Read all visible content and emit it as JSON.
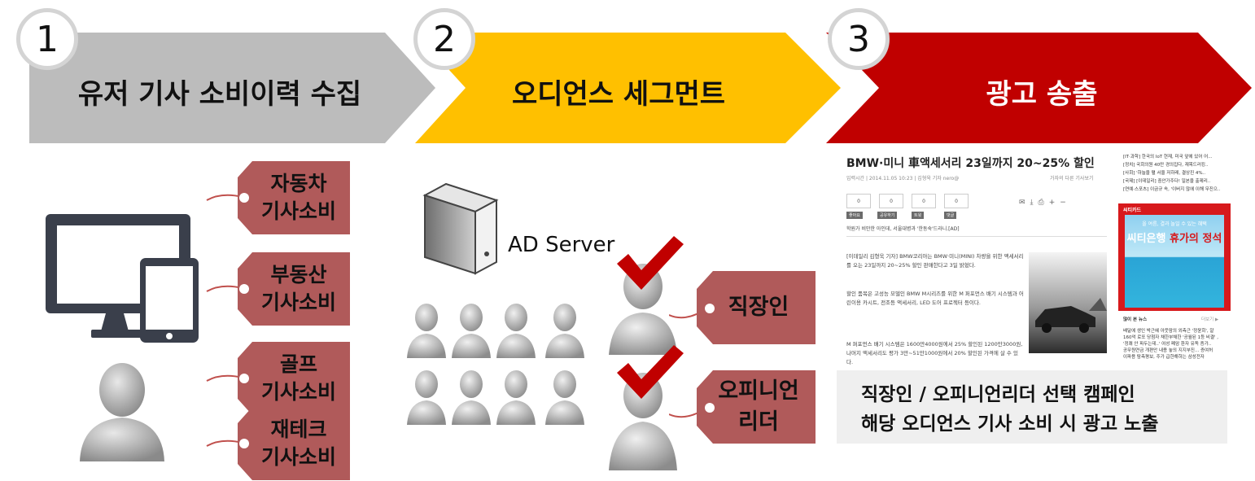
{
  "steps": [
    {
      "num": "1",
      "title": "유저 기사 소비이력 수집",
      "color": "#bcbcbc"
    },
    {
      "num": "2",
      "title": "오디언스 세그먼트",
      "color": "#ffc000"
    },
    {
      "num": "3",
      "title": "광고 송출",
      "color": "#c00000"
    }
  ],
  "interest_tags": [
    {
      "line1": "자동차",
      "line2": "기사소비"
    },
    {
      "line1": "부동산",
      "line2": "기사소비"
    },
    {
      "line1": "골프",
      "line2": "기사소비"
    },
    {
      "line1": "재테크",
      "line2": "기사소비"
    }
  ],
  "ad_server_label": "AD Server",
  "segments": [
    {
      "line1": "직장인",
      "line2": ""
    },
    {
      "line1": "오피니언",
      "line2": "리더"
    }
  ],
  "article": {
    "title": "BMW·미니 車액세서리 23일까지 20~25% 할인",
    "meta": "입력시간 | 2014.11.05 10:23 | 김형욱 기자 nero@",
    "meta_right": "가자의 다른 기사보기",
    "counts": [
      "0",
      "0",
      "0",
      "0"
    ],
    "share_buttons": [
      "좋아요",
      "공유하기",
      "트윗",
      "댓글"
    ],
    "subtitle": "학원가 비만한 아인데, 서울대병과 '한동숙'드라니.[AD]",
    "paragraph1": "[이데일리 김형욱 기자] BMW코리아는 BMW·미니(MINI) 차량을 위한 액세서리를 오는 23일까지 20~25% 할인 판매한다고 3일 밝혔다.",
    "paragraph2": "할인 품목은 고성능 모델인 BMW M시리즈를 위한 M 퍼포먼스 배기 시스템과 어린이용 카시트, 전조등 액세서리, LED 도어 프로젝터 등이다.",
    "paragraph3": "M 퍼포먼스 배기 시스템은 1600만4000원에서 25% 할인된 1200만3000원, 나머지 액세서리도 평가 3만~51만1000원에서 20% 할인된 가격에 살 수 있다."
  },
  "sidebar": {
    "headlines": [
      "[IT·과학] 한국의 IoT 현재, 미국 앞에 있어 어...",
      "[정치] 국회의원 40만 경의집다, 재목드러킹..",
      "[사회] '하늘을 펼 서울 저하레, 결상진 4%..",
      "[국제] [이데일리] 중안가주다! 일본을 출제리..",
      "[연예·스포츠] 이금규 속, '이버지 않에 이해 무진으.."
    ],
    "ad_brand": "씨티카드",
    "ad_line1": "올 여름, 결과 놀일 수 있는 혜택",
    "ad_headline_a": "씨티은행",
    "ad_headline_b": "휴가의 정석",
    "news_header": "많이 본 뉴스",
    "news_more": "더보기 ▶",
    "news": [
      "배달에 생인 박근혜 아웃맘의 외측근 '정윤회', 알",
      "160억 로또 당첨자 채한부채한 '공월된 1등 비결' ,",
      "'정쾌 안 파두는데..' 여성 폐암 환자 유독 증가..",
      "공무원연금 개편안 내용 놓의 지지부진... 증여허",
      "이파용 탐측평보, 주가 급한해하는 삼성전자"
    ]
  },
  "caption": {
    "line1": "직장인 / 오피니언리더 선택 캠페인",
    "line2": "해당 오디언스 기사 소비 시 광고 노출"
  }
}
